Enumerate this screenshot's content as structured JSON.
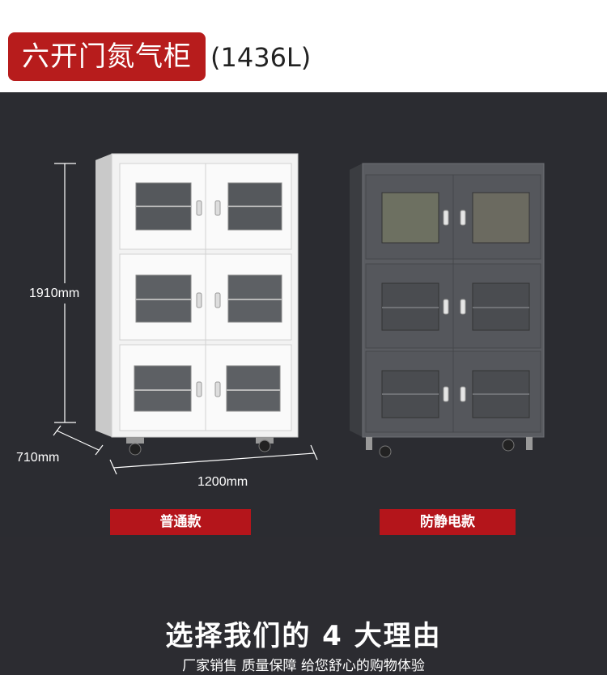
{
  "header": {
    "title": "六开门氮气柜",
    "title_suffix": "(1436L)"
  },
  "dimensions": {
    "height": "1910mm",
    "depth": "710mm",
    "width": "1200mm"
  },
  "products": [
    {
      "label": "普通款",
      "color": "#f2f2f2"
    },
    {
      "label": "防静电款",
      "color": "#5a5c61"
    }
  ],
  "reasons": {
    "title": "选择我们的 4 大理由",
    "subtitle": "厂家销售 质量保障 给您舒心的购物体验"
  },
  "colors": {
    "accent": "#b4151b",
    "background": "#2b2c31"
  }
}
